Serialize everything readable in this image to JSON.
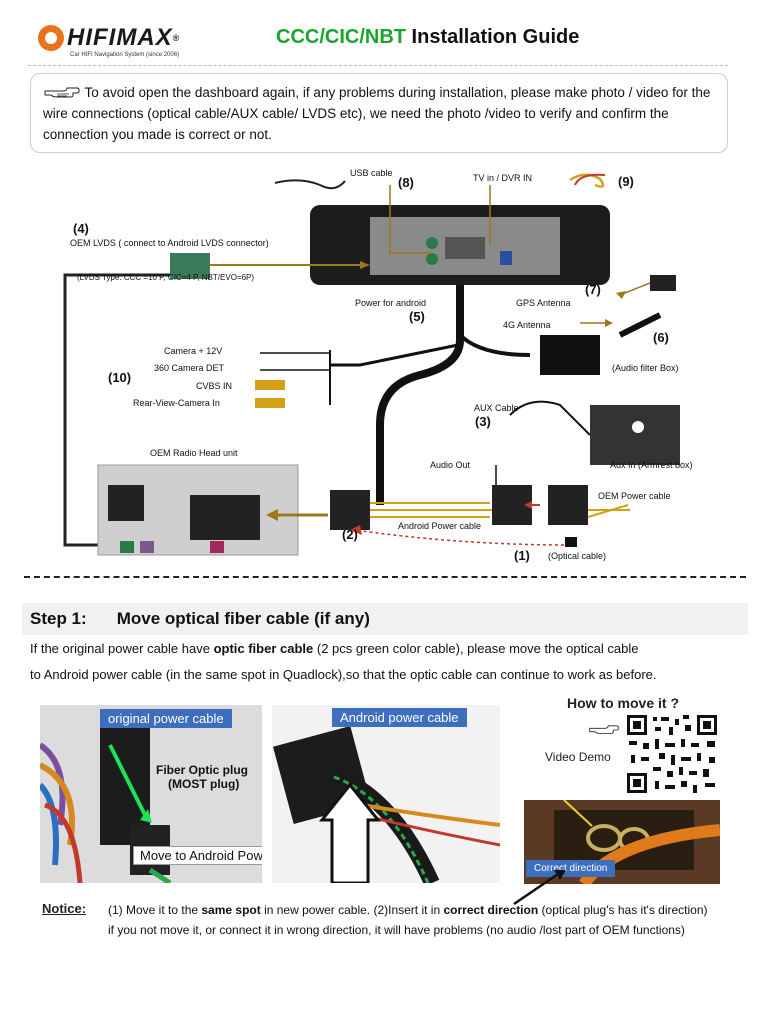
{
  "header": {
    "logo_text": "HIFIMAX",
    "logo_reg": "®",
    "logo_sub": "Car HIFI Navigation System (since 2006)",
    "title_green": "CCC/CIC/NBT",
    "title_black": " Installation Guide"
  },
  "intro": {
    "text": "To avoid open the dashboard again, if any problems during installation, please make photo / video for the wire connections (optical cable/AUX cable/ LVDS etc), we need the photo /video to verify and confirm the connection you made is correct or not."
  },
  "diagram": {
    "usb_cable": "USB cable",
    "n8": "(8)",
    "tv_in": "TV in / DVR IN",
    "n9": "(9)",
    "n4": "(4)",
    "oem_lvds": "OEM LVDS ( connect to Android LVDS connector)",
    "lvds_type": "(LVDS Type: CCC =10 P, CIC=4 P, NBT/EVO=6P)",
    "n7": "(7)",
    "gps": "GPS Antenna",
    "power_android": "Power for android",
    "n5": "(5)",
    "antenna_4g": "4G Antenna",
    "n6": "(6)",
    "cam12": "Camera + 12V",
    "cam360": "360 Camera DET",
    "n10": "(10)",
    "cvbs": "CVBS IN",
    "rearcam": "Rear-View-Camera In",
    "audio_filter": "(Audio filter Box)",
    "aux_cable": "AUX Cable",
    "n3": "(3)",
    "oem_radio": "OEM Radio Head unit",
    "audio_out": "Audio Out",
    "aux_in": "Aux In (Armrest box)",
    "oem_power": "OEM Power cable",
    "android_power": "Android Power cable",
    "n2": "(2)",
    "n1": "(1)",
    "optical": "(Optical cable)"
  },
  "step1": {
    "label": "Step 1:",
    "title": "Move optical fiber cable (if any)",
    "line1_pre": "If the original power cable have ",
    "line1_bold": "optic fiber cable",
    "line1_post": " (2 pcs green color cable), please move the optical cable",
    "line2": "to Android power cable (in the same spot in Quadlock),so that the optic cable can continue to work as before."
  },
  "photos": {
    "original_power": "original power cable",
    "fiber_plug": "Fiber Optic plug",
    "most_plug": "(MOST plug)",
    "move_to": "Move to Android Power Cable",
    "android_power": "Android power cable",
    "how_to": "How to move it ?",
    "video_demo": "Video Demo",
    "correct_dir": "Correct direction"
  },
  "notice": {
    "label": "Notice:",
    "p1": "(1) Move it to the ",
    "p1b": "same spot",
    "p2": " in new power cable. (2)Insert it in ",
    "p2b": "correct direction",
    "p3": " (optical plug's has it's direction)",
    "line2": "if you not move it, or connect it in wrong direction, it will have problems (no audio /lost part of OEM functions)"
  }
}
